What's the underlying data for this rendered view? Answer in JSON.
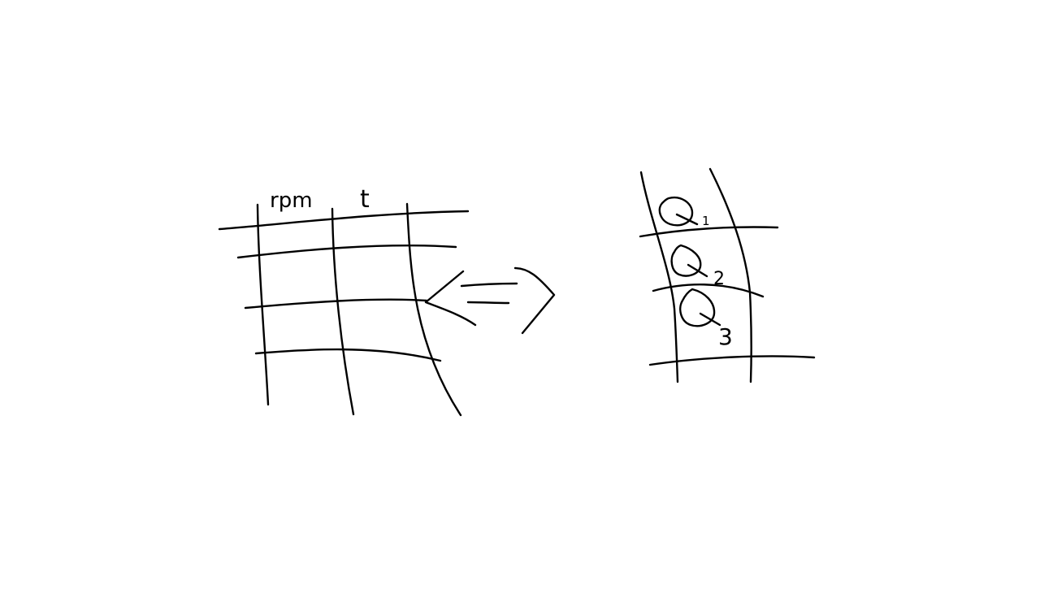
{
  "left_table": {
    "headers": [
      "rpm",
      "t"
    ]
  },
  "right_table": {
    "rows": [
      {
        "symbol": "Q",
        "index": "1"
      },
      {
        "symbol": "Q",
        "index": "2"
      },
      {
        "symbol": "Q",
        "index": "3"
      }
    ]
  },
  "arrow": {
    "direction": "bidirectional"
  },
  "colors": {
    "ink": "#000000",
    "background": "#ffffff"
  }
}
